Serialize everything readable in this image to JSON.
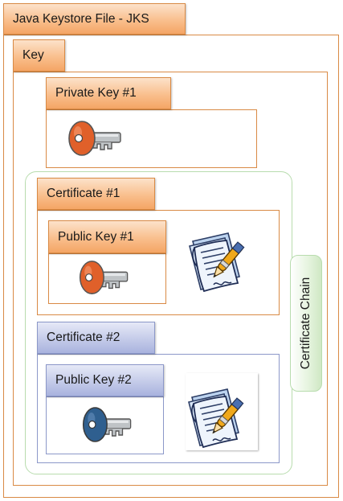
{
  "keystore": {
    "title": "Java Keystore File - JKS"
  },
  "key": {
    "title": "Key"
  },
  "private_key": {
    "title": "Private Key #1",
    "icon": "key-icon",
    "color": "#e0602a"
  },
  "chain": {
    "title": "Certificate Chain",
    "color": "#cfe8c4"
  },
  "certificate1": {
    "title": "Certificate #1",
    "public_key": {
      "title": "Public Key #1",
      "icon": "key-icon",
      "color": "#e0602a"
    },
    "document_icon": "signed-document-icon"
  },
  "certificate2": {
    "title": "Certificate #2",
    "public_key": {
      "title": "Public Key #2",
      "icon": "key-icon",
      "color": "#2f5f8f"
    },
    "document_icon": "signed-document-icon"
  },
  "colors": {
    "orange_accent": "#f4a565",
    "blue_accent": "#a9b3de",
    "green_accent": "#cfe8c4"
  }
}
